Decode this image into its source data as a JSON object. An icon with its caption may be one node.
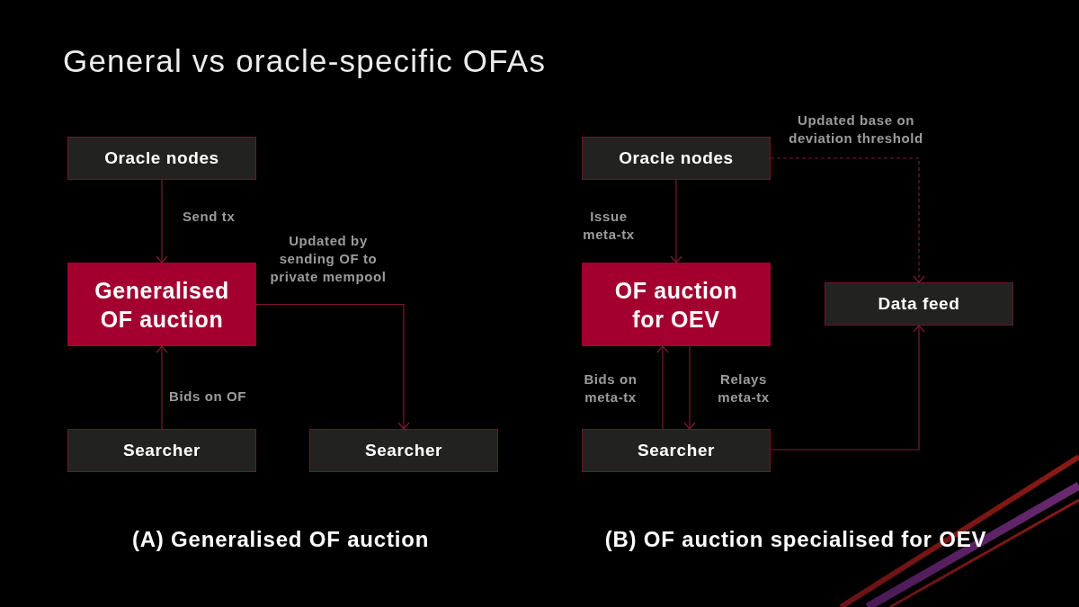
{
  "diagram": {
    "title": "General vs oracle-specific OFAs",
    "nodes": [
      {
        "text": [
          "Oracle nodes"
        ]
      },
      {
        "text": [
          "Generalised OF auction"
        ]
      },
      {
        "text": [
          "Searcher"
        ]
      },
      {
        "text": [
          "Searcher"
        ]
      },
      {
        "text": [
          "Oracle nodes"
        ]
      },
      {
        "text": [
          "OF auction for OEV"
        ]
      },
      {
        "text": [
          "Data feed"
        ]
      },
      {
        "text": [
          "Searcher"
        ]
      }
    ],
    "edges": [
      {
        "from": 0,
        "to": 1,
        "arrow": "to",
        "label": "Send tx"
      },
      {
        "from": 2,
        "to": 1,
        "arrow": "to",
        "label": "Bids on OF"
      },
      {
        "from": 1,
        "to": 3,
        "arrow": "to",
        "label": "Updated by sending OF to private mempool"
      },
      {
        "from": 4,
        "to": 5,
        "arrow": "to",
        "label": "Issue meta-tx"
      },
      {
        "from": 7,
        "to": 5,
        "arrow": "to",
        "label": "Bids on meta-tx"
      },
      {
        "from": 5,
        "to": 7,
        "arrow": "to",
        "label": "Relays meta-tx"
      },
      {
        "from": 4,
        "to": 6,
        "arrow": "to",
        "label": "Updated base on deviation threshold",
        "style": "dashed"
      },
      {
        "from": 7,
        "to": 6,
        "arrow": "to"
      }
    ],
    "labels": [
      "(A) Generalised OF auction",
      "(B) OF auction specialised for OEV"
    ]
  }
}
